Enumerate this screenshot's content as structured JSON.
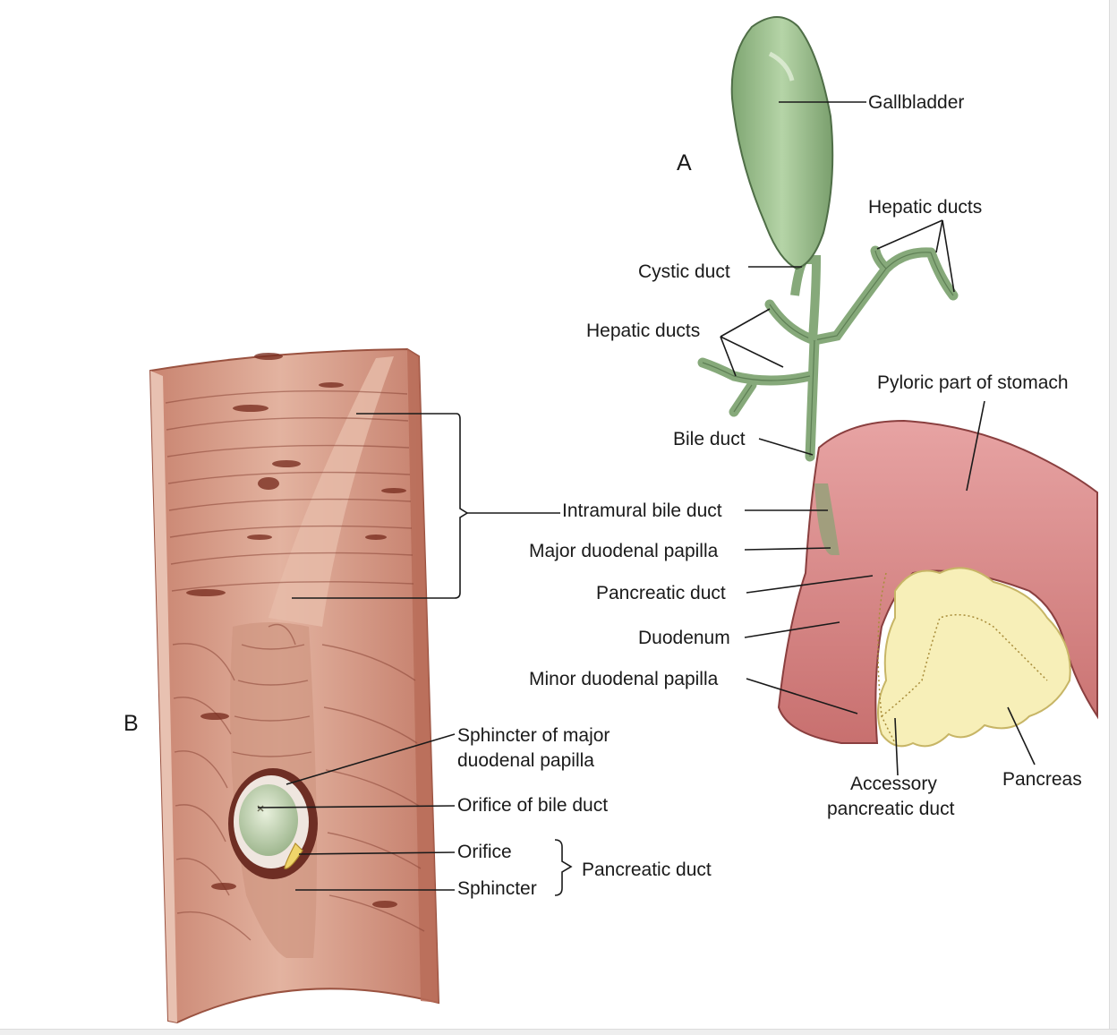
{
  "panels": {
    "a": "A",
    "b": "B"
  },
  "labels": {
    "gallbladder": "Gallbladder",
    "hepatic_ducts_right": "Hepatic ducts",
    "cystic_duct": "Cystic duct",
    "hepatic_ducts_left": "Hepatic ducts",
    "pyloric": "Pyloric part of stomach",
    "bile_duct": "Bile duct",
    "intramural": "Intramural bile duct",
    "major_papilla": "Major duodenal papilla",
    "pancreatic_duct": "Pancreatic duct",
    "duodenum": "Duodenum",
    "minor_papilla": "Minor duodenal papilla",
    "accessory_1": "Accessory",
    "accessory_2": "pancreatic duct",
    "pancreas": "Pancreas",
    "sphincter_major_1": "Sphincter of major",
    "sphincter_major_2": "duodenal papilla",
    "orifice_bile": "Orifice of bile duct",
    "orifice": "Orifice",
    "sphincter": "Sphincter",
    "pancreatic_duct_b": "Pancreatic duct"
  },
  "colors": {
    "gallbladder": "#9cbf8e",
    "ducts": "#86a97a",
    "stomach": "#d98a8c",
    "pancreas": "#f6efb6",
    "duodenal_wall": "#d9a08c"
  }
}
